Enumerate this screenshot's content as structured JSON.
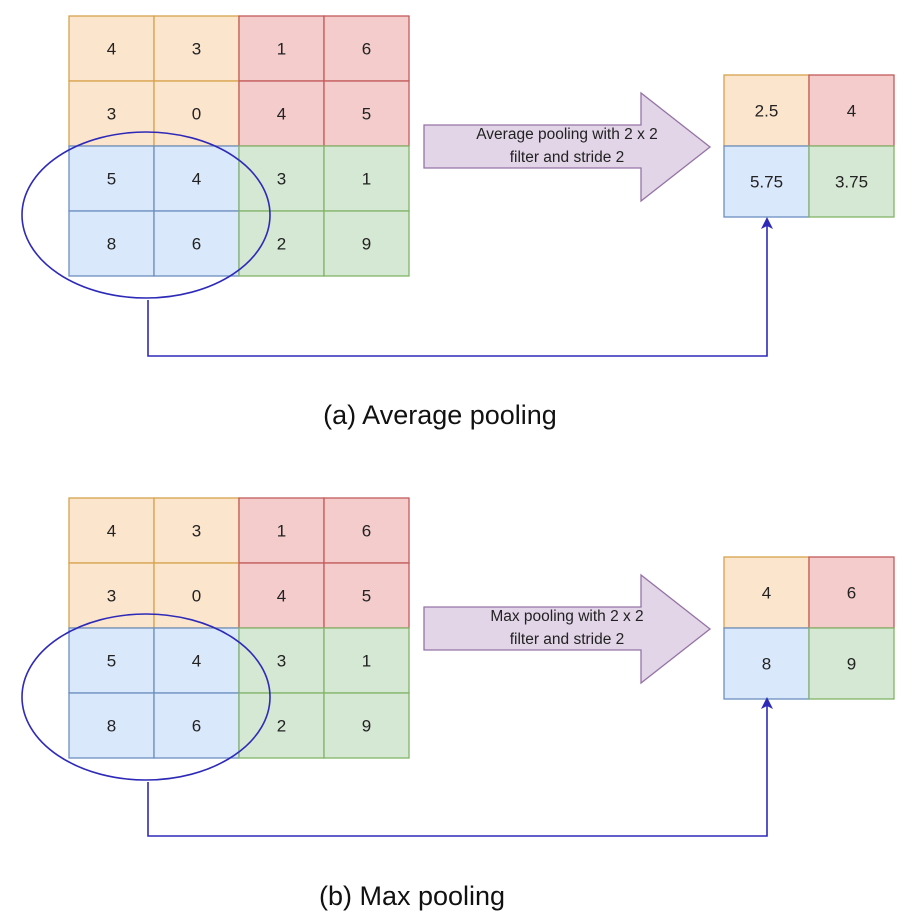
{
  "colors": {
    "orange_fill": "#fce5cd",
    "orange_stroke": "#d6a24e",
    "red_fill": "#f4cccc",
    "red_stroke": "#c25a5a",
    "blue_fill": "#dae8fc",
    "blue_stroke": "#6c8ebf",
    "green_fill": "#d5e8d4",
    "green_stroke": "#82b366",
    "arrow_fill": "#e1d5e7",
    "arrow_stroke": "#9673a6",
    "connector": "#2e2ab8"
  },
  "panels": [
    {
      "id": "average",
      "input_grid": [
        [
          "4",
          "3",
          "1",
          "6"
        ],
        [
          "3",
          "0",
          "4",
          "5"
        ],
        [
          "5",
          "4",
          "3",
          "1"
        ],
        [
          "8",
          "6",
          "2",
          "9"
        ]
      ],
      "arrow_label_line1": "Average pooling with 2 x 2",
      "arrow_label_line2": "filter and stride 2",
      "output_grid": [
        [
          "2.5",
          "4"
        ],
        [
          "5.75",
          "3.75"
        ]
      ],
      "caption": "(a)  Average pooling"
    },
    {
      "id": "max",
      "input_grid": [
        [
          "4",
          "3",
          "1",
          "6"
        ],
        [
          "3",
          "0",
          "4",
          "5"
        ],
        [
          "5",
          "4",
          "3",
          "1"
        ],
        [
          "8",
          "6",
          "2",
          "9"
        ]
      ],
      "arrow_label_line1": "Max pooling with 2 x 2",
      "arrow_label_line2": "filter and stride 2",
      "output_grid": [
        [
          "4",
          "6"
        ],
        [
          "8",
          "9"
        ]
      ],
      "caption": "(b)  Max pooling"
    }
  ]
}
